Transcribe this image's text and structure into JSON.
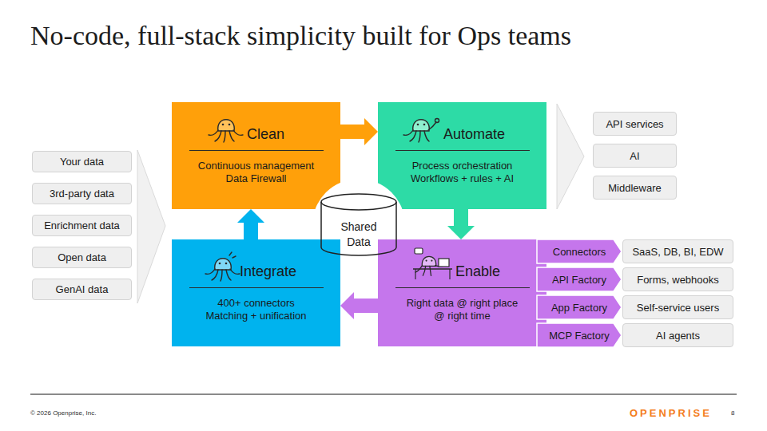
{
  "diagram": {
    "title": "No-code, full-stack simplicity built for Ops teams",
    "nodes": [
      {
        "text": [
          "Your data"
        ]
      },
      {
        "text": [
          "3rd-party data"
        ]
      },
      {
        "text": [
          "Enrichment data"
        ]
      },
      {
        "text": [
          "Open data"
        ]
      },
      {
        "text": [
          "GenAI data"
        ]
      },
      {
        "text": [
          "Clean",
          "Continuous management Data Firewall"
        ]
      },
      {
        "text": [
          "Automate",
          "Process orchestration Workflows + rules + AI"
        ]
      },
      {
        "text": [
          "API services"
        ]
      },
      {
        "text": [
          "AI"
        ]
      },
      {
        "text": [
          "Middleware"
        ]
      },
      {
        "text": [
          "Shared Data"
        ]
      },
      {
        "text": [
          "Integrate",
          "400+ connectors Matching + unification"
        ]
      },
      {
        "text": [
          "Enable",
          "Right data @ right place @ right time"
        ]
      },
      {
        "text": [
          "Connectors"
        ]
      },
      {
        "text": [
          "SaaS, DB, BI, EDW"
        ]
      },
      {
        "text": [
          "API Factory"
        ]
      },
      {
        "text": [
          "Forms, webhooks"
        ]
      },
      {
        "text": [
          "App Factory"
        ]
      },
      {
        "text": [
          "Self-service users"
        ]
      },
      {
        "text": [
          "MCP Factory"
        ]
      },
      {
        "text": [
          "AI agents"
        ]
      }
    ],
    "edges": [
      {
        "from": 5,
        "to": 6,
        "arrow": "to"
      },
      {
        "from": 6,
        "to": 12,
        "arrow": "to"
      },
      {
        "from": 12,
        "to": 11,
        "arrow": "to"
      },
      {
        "from": 11,
        "to": 5,
        "arrow": "to"
      }
    ],
    "labels": [
      "© 2026 Openprise, Inc.",
      "OPENPRISE",
      "8"
    ]
  }
}
